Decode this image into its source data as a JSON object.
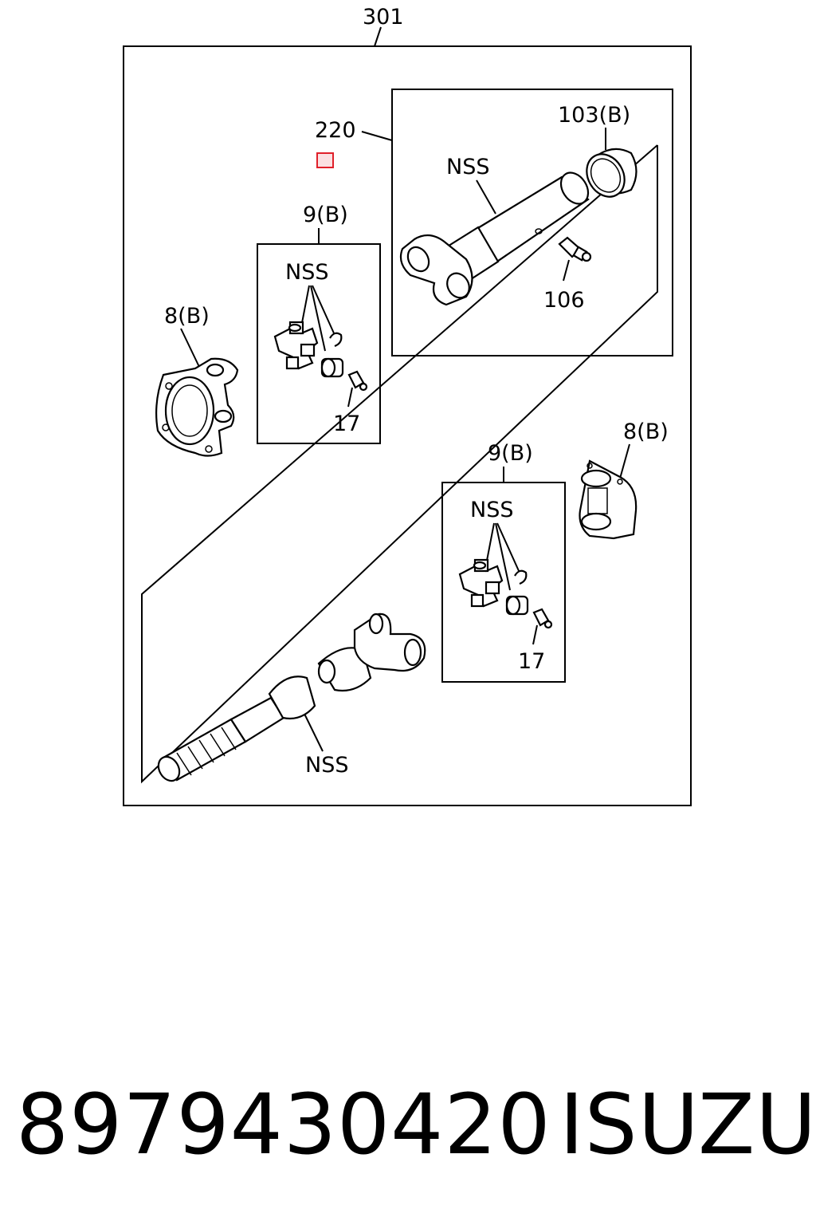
{
  "diagram": {
    "labels": {
      "assembly": "301",
      "shaft_assembly": "220",
      "nss_shaft": "NSS",
      "cap": "103(B)",
      "fitting": "106",
      "kit_upper": "9(B)",
      "nss_kit_upper": "NSS",
      "nipple_upper": "17",
      "flange_yoke_left": "8(B)",
      "flange_yoke_right": "8(B)",
      "kit_lower": "9(B)",
      "nss_kit_lower": "NSS",
      "nipple_lower": "17",
      "nss_slip": "NSS"
    },
    "marker_color": "#e0202a"
  },
  "caption": {
    "part_number": "8979430420",
    "brand": "ISUZU"
  }
}
